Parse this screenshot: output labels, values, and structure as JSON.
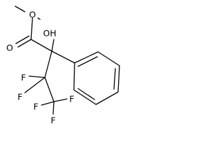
{
  "molecule": {
    "atoms": {
      "ester_o": "O",
      "carbonyl_o": "O",
      "hydroxyl": "OH",
      "f_1": "F",
      "f_2": "F",
      "f_3": "F",
      "f_4": "F",
      "f_5": "F"
    },
    "colors": {
      "bond": "#000000",
      "label": "#000000",
      "background": "#ffffff"
    }
  }
}
